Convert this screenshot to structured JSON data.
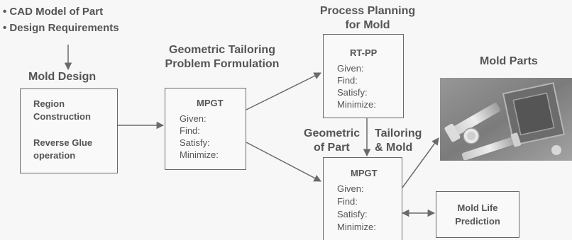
{
  "inputs": {
    "bullets": [
      "• CAD Model of Part",
      "• Design Requirements"
    ]
  },
  "mold_design": {
    "heading": "Mold Design",
    "lines": [
      "Region",
      "Construction",
      "Reverse Glue",
      "operation"
    ]
  },
  "formulation": {
    "heading_lines": [
      "Geometric Tailoring",
      "Problem Formulation"
    ],
    "box": {
      "title": "MPGT",
      "lines": [
        "Given:",
        "Find:",
        "Satisfy:",
        "Minimize:"
      ]
    }
  },
  "process_planning": {
    "heading_lines": [
      "Process Planning",
      "for Mold"
    ],
    "box": {
      "title": "RT-PP",
      "lines": [
        "Given:",
        "Find:",
        "Satisfy:",
        "Minimize:"
      ]
    }
  },
  "tailoring_part_mold": {
    "heading_left": [
      "Geometric",
      "of Part"
    ],
    "heading_right": [
      "Tailoring",
      "& Mold"
    ],
    "box": {
      "title": "MPGT",
      "lines": [
        "Given:",
        "Find:",
        "Satisfy:",
        "Minimize:"
      ]
    }
  },
  "mold_parts": {
    "heading": "Mold Parts"
  },
  "mold_life": {
    "lines": [
      "Mold Life",
      "Prediction"
    ]
  },
  "colors": {
    "line": "#6a6a6a",
    "text": "#555555",
    "background": "#f7f7f7"
  }
}
